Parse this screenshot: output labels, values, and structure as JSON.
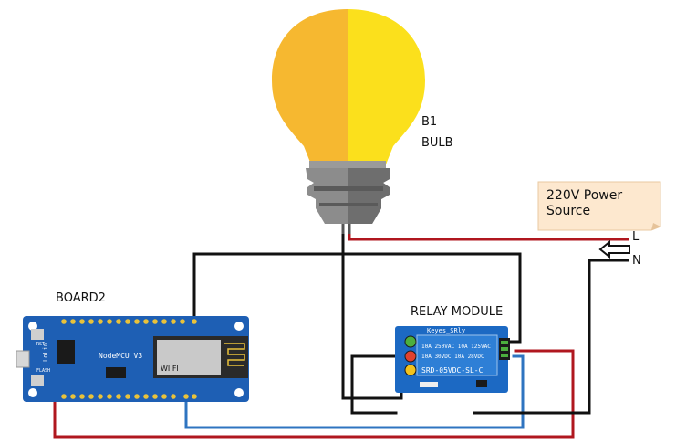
{
  "bulb": {
    "ref": "B1",
    "name": "BULB"
  },
  "power_source": {
    "label_line1": "220V Power",
    "label_line2": "Source"
  },
  "terminals": {
    "live": "L",
    "neutral": "N"
  },
  "board": {
    "label": "BOARD2",
    "silk_title": "NodeMCU V3",
    "wifi_text": "WI FI",
    "button_left_top": "RST",
    "button_left_bottom": "FLASH",
    "brand": "LoLin"
  },
  "relay": {
    "label": "RELAY MODULE",
    "brand": "Keyes_SRly",
    "spec_line1": "10A 250VAC  10A 125VAC",
    "spec_line2": "10A  30VDC  10A  28VDC",
    "model": "SRD-05VDC-SL-C"
  },
  "colors": {
    "wire_black": "#111111",
    "wire_red": "#b0171f",
    "wire_blue": "#2f74c0",
    "board_blue": "#1e5fb4",
    "bulb_left": "#f6b830",
    "bulb_right": "#fbe01c"
  }
}
